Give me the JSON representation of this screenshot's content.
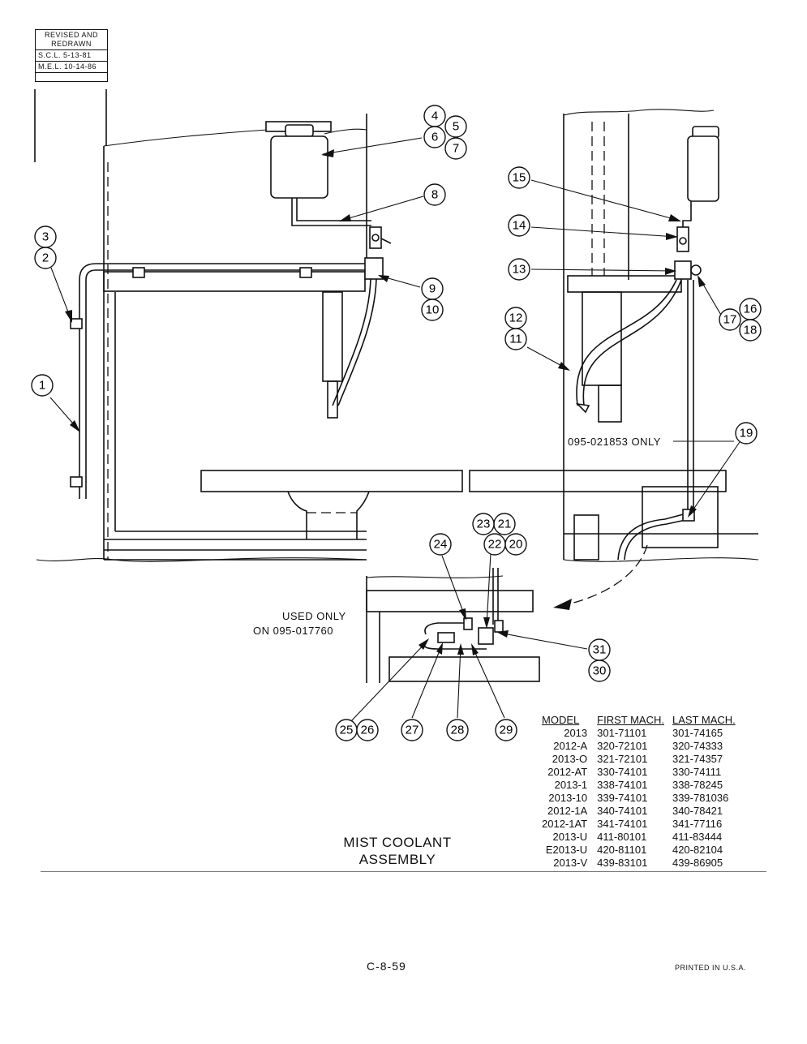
{
  "revision_block": {
    "heading": "REVISED AND REDRAWN",
    "entries": [
      "S.C.L. 5-13-81",
      "M.E.L. 10-14-86"
    ]
  },
  "callouts": [
    "1",
    "2",
    "3",
    "4",
    "5",
    "6",
    "7",
    "8",
    "9",
    "10",
    "11",
    "12",
    "13",
    "14",
    "15",
    "16",
    "17",
    "18",
    "19",
    "20",
    "21",
    "22",
    "23",
    "24",
    "25",
    "26",
    "27",
    "28",
    "29",
    "30",
    "31"
  ],
  "notes": {
    "only_095_021853": "095-021853 ONLY",
    "used_only_line1": "USED ONLY",
    "used_only_line2": "ON 095-017760"
  },
  "title": {
    "line1": "MIST COOLANT",
    "line2": "ASSEMBLY"
  },
  "model_table": {
    "headers": [
      "MODEL",
      "FIRST MACH.",
      "LAST MACH."
    ],
    "rows": [
      [
        "2013",
        "301-71101",
        "301-74165"
      ],
      [
        "2012-A",
        "320-72101",
        "320-74333"
      ],
      [
        "2013-O",
        "321-72101",
        "321-74357"
      ],
      [
        "2012-AT",
        "330-74101",
        "330-74111"
      ],
      [
        "2013-1",
        "338-74101",
        "338-78245"
      ],
      [
        "2013-10",
        "339-74101",
        "339-781036"
      ],
      [
        "2012-1A",
        "340-74101",
        "340-78421"
      ],
      [
        "2012-1AT",
        "341-74101",
        "341-77116"
      ],
      [
        "2013-U",
        "411-80101",
        "411-83444"
      ],
      [
        "E2013-U",
        "420-81101",
        "420-82104"
      ],
      [
        "2013-V",
        "439-83101",
        "439-86905"
      ]
    ]
  },
  "footer": {
    "page_number": "C-8-59",
    "printed": "PRINTED IN U.S.A."
  }
}
